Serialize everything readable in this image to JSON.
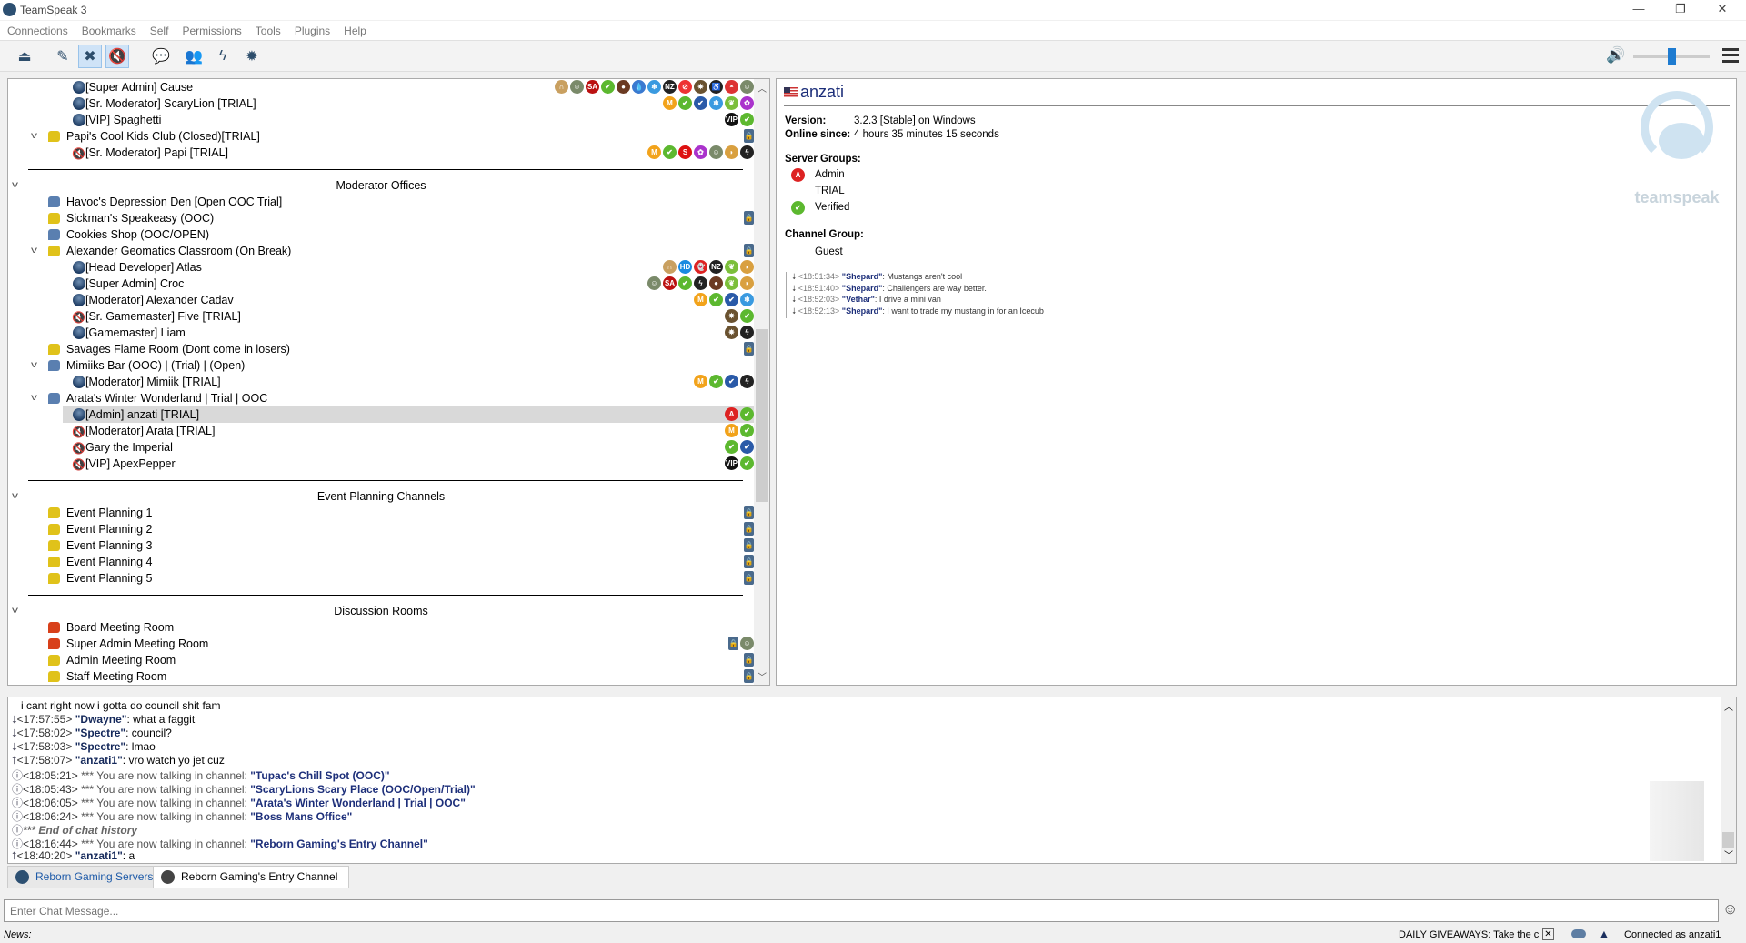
{
  "app": {
    "title": "TeamSpeak 3",
    "minimize": "—",
    "restore": "❐",
    "close": "✕"
  },
  "menu": [
    "Connections",
    "Bookmarks",
    "Self",
    "Permissions",
    "Tools",
    "Plugins",
    "Help"
  ],
  "toolbar": [
    {
      "name": "connect-button",
      "glyph": "⏏",
      "on": false
    },
    {
      "name": "away-button",
      "glyph": "✎",
      "on": false
    },
    {
      "name": "mute-microphone-button",
      "glyph": "✖",
      "on": true
    },
    {
      "name": "mute-speakers-button",
      "glyph": "🔇",
      "on": true
    },
    {
      "name": "subscribe-button",
      "glyph": "💬",
      "on": false
    },
    {
      "name": "contacts-button",
      "glyph": "👥",
      "on": false
    },
    {
      "name": "plugin-button",
      "glyph": "ϟ",
      "on": false
    },
    {
      "name": "settings-button",
      "glyph": "✹",
      "on": false
    }
  ],
  "volume": 0.5,
  "tree": [
    {
      "t": "client",
      "lvl": 2,
      "name": "[Super Admin] Cause",
      "icons": [
        "headset",
        "avatar",
        "sa",
        "check",
        "egg",
        "drop",
        "snow",
        "nz",
        "no",
        "crest",
        "wheel",
        "poke",
        "avatar"
      ]
    },
    {
      "t": "client",
      "lvl": 2,
      "name": "[Sr. Moderator] ScaryLion [TRIAL]",
      "icons": [
        "m",
        "check",
        "shield",
        "snow",
        "leaf",
        "rainbow"
      ]
    },
    {
      "t": "client",
      "lvl": 2,
      "name": "[VIP] Spaghetti",
      "icons": [
        "vip",
        "check"
      ]
    },
    {
      "t": "channel",
      "lvl": 1,
      "color": "yellow",
      "open": true,
      "name": "Papi's Cool Kids Club (Closed)[TRIAL]",
      "icons": [
        "lock"
      ]
    },
    {
      "t": "client",
      "lvl": 2,
      "muted": true,
      "name": "[Sr. Moderator] Papi [TRIAL]",
      "icons": [
        "m",
        "check",
        "supreme",
        "rainbow",
        "avatar",
        "taco",
        "wolf"
      ]
    },
    {
      "t": "line"
    },
    {
      "t": "spacer",
      "name": "Moderator Offices"
    },
    {
      "t": "channel",
      "lvl": 1,
      "color": "blue",
      "name": "Havoc's Depression Den [Open OOC Trial]",
      "icons": []
    },
    {
      "t": "channel",
      "lvl": 1,
      "color": "yellow",
      "name": "Sickman's Speakeasy (OOC)",
      "icons": [
        "lock"
      ]
    },
    {
      "t": "channel",
      "lvl": 1,
      "color": "blue",
      "name": "Cookies Shop (OOC/OPEN)",
      "icons": []
    },
    {
      "t": "channel",
      "lvl": 1,
      "color": "yellow",
      "open": true,
      "name": "Alexander Geomatics Classroom (On Break)",
      "icons": [
        "lock"
      ]
    },
    {
      "t": "client",
      "lvl": 2,
      "name": "[Head Developer] Atlas",
      "icons": [
        "headset",
        "hd",
        "ghost",
        "nz",
        "leaf",
        "taco"
      ]
    },
    {
      "t": "client",
      "lvl": 2,
      "name": "[Super Admin] Croc",
      "icons": [
        "avatar",
        "sa",
        "check",
        "wolf",
        "egg",
        "leaf",
        "taco"
      ]
    },
    {
      "t": "client",
      "lvl": 2,
      "name": "[Moderator] Alexander Cadav",
      "icons": [
        "m",
        "check",
        "shield",
        "snow"
      ]
    },
    {
      "t": "client",
      "lvl": 2,
      "muted": true,
      "name": "[Sr. Gamemaster] Five [TRIAL]",
      "icons": [
        "crest",
        "check"
      ]
    },
    {
      "t": "client",
      "lvl": 2,
      "name": "[Gamemaster] Liam",
      "icons": [
        "crest",
        "wolf"
      ]
    },
    {
      "t": "channel",
      "lvl": 1,
      "color": "yellow",
      "name": "Savages Flame Room (Dont come in losers)",
      "icons": [
        "lock"
      ]
    },
    {
      "t": "channel",
      "lvl": 1,
      "color": "blue",
      "open": true,
      "name": "Mimiiks Bar (OOC) | (Trial) | (Open)",
      "icons": []
    },
    {
      "t": "client",
      "lvl": 2,
      "name": "[Moderator] Mimiik [TRIAL]",
      "icons": [
        "m",
        "check",
        "shield",
        "wolf"
      ]
    },
    {
      "t": "channel",
      "lvl": 1,
      "color": "blue",
      "open": true,
      "name": "Arata's Winter Wonderland | Trial | OOC",
      "icons": []
    },
    {
      "t": "client",
      "lvl": 2,
      "sel": true,
      "name": "[Admin] anzati [TRIAL]",
      "icons": [
        "admin",
        "check"
      ]
    },
    {
      "t": "client",
      "lvl": 2,
      "muted": true,
      "name": "[Moderator] Arata [TRIAL]",
      "icons": [
        "m",
        "check"
      ]
    },
    {
      "t": "client",
      "lvl": 2,
      "muted": true,
      "name": "Gary the Imperial",
      "icons": [
        "check",
        "shield"
      ]
    },
    {
      "t": "client",
      "lvl": 2,
      "muted": true,
      "name": "[VIP] ApexPepper",
      "icons": [
        "vip",
        "check"
      ]
    },
    {
      "t": "line"
    },
    {
      "t": "spacer",
      "name": "Event Planning Channels"
    },
    {
      "t": "channel",
      "lvl": 1,
      "color": "yellow",
      "name": "Event Planning 1",
      "icons": [
        "lock"
      ]
    },
    {
      "t": "channel",
      "lvl": 1,
      "color": "yellow",
      "name": "Event Planning 2",
      "icons": [
        "lock"
      ]
    },
    {
      "t": "channel",
      "lvl": 1,
      "color": "yellow",
      "name": "Event Planning 3",
      "icons": [
        "lock"
      ]
    },
    {
      "t": "channel",
      "lvl": 1,
      "color": "yellow",
      "name": "Event Planning 4",
      "icons": [
        "lock"
      ]
    },
    {
      "t": "channel",
      "lvl": 1,
      "color": "yellow",
      "name": "Event Planning 5",
      "icons": [
        "lock"
      ]
    },
    {
      "t": "line"
    },
    {
      "t": "spacer",
      "name": "Discussion Rooms"
    },
    {
      "t": "channel",
      "lvl": 1,
      "color": "red",
      "name": "Board Meeting Room",
      "icons": []
    },
    {
      "t": "channel",
      "lvl": 1,
      "color": "red",
      "name": "Super Admin Meeting Room",
      "icons": [
        "lock",
        "avatar"
      ]
    },
    {
      "t": "channel",
      "lvl": 1,
      "color": "yellow",
      "name": "Admin Meeting Room",
      "icons": [
        "lock"
      ]
    },
    {
      "t": "channel",
      "lvl": 1,
      "color": "yellow",
      "name": "Staff Meeting Room",
      "icons": [
        "lock"
      ]
    }
  ],
  "info": {
    "nickname": "anzati",
    "version_label": "Version:",
    "version": "3.2.3 [Stable] on Windows",
    "online_label": "Online since:",
    "online": "4 hours 35 minutes 15 seconds",
    "server_groups_label": "Server Groups:",
    "server_groups": [
      {
        "name": "Admin",
        "icon": "admin"
      },
      {
        "name": "TRIAL",
        "icon": ""
      },
      {
        "name": "Verified",
        "icon": "check"
      }
    ],
    "channel_group_label": "Channel Group:",
    "channel_group": "Guest",
    "logo_text": "teamspeak",
    "mini_chat": [
      {
        "ts": "<18:51:34>",
        "nick": "\"Shepard\"",
        "msg": ": Mustangs aren't cool"
      },
      {
        "ts": "<18:51:40>",
        "nick": "\"Shepard\"",
        "msg": ": Challengers are way better."
      },
      {
        "ts": "<18:52:03>",
        "nick": "\"Vethar\"",
        "msg": ": I drive a mini van"
      },
      {
        "ts": "<18:52:13>",
        "nick": "\"Shepard\"",
        "msg": ": I want to trade my mustang in for an Icecub"
      }
    ]
  },
  "chat": [
    {
      "kind": "cont",
      "msg": "i cant right now i gotta do council shit fam"
    },
    {
      "kind": "in",
      "ts": "<17:57:55>",
      "nick": "\"Dwayne\"",
      "msg": ": what a faggit"
    },
    {
      "kind": "in",
      "ts": "<17:58:02>",
      "nick": "\"Spectre\"",
      "msg": ": council?"
    },
    {
      "kind": "in",
      "ts": "<17:58:03>",
      "nick": "\"Spectre\"",
      "msg": ": lmao"
    },
    {
      "kind": "out",
      "ts": "<17:58:07>",
      "nick": "\"anzati1\"",
      "msg": ": vro watch yo jet cuz"
    },
    {
      "kind": "sys",
      "ts": "<18:05:21>",
      "msg": "*** You are now talking in channel: ",
      "channel": "\"Tupac's Chill Spot (OOC)\""
    },
    {
      "kind": "sys",
      "ts": "<18:05:43>",
      "msg": "*** You are now talking in channel: ",
      "channel": "\"ScaryLions Scary Place (OOC/Open/Trial)\""
    },
    {
      "kind": "sys",
      "ts": "<18:06:05>",
      "msg": "*** You are now talking in channel: ",
      "channel": "\"Arata's Winter Wonderland | Trial | OOC\""
    },
    {
      "kind": "sys",
      "ts": "<18:06:24>",
      "msg": "*** You are now talking in channel: ",
      "channel": "\"Boss Mans Office\""
    },
    {
      "kind": "end",
      "msg": "*** End of chat history"
    },
    {
      "kind": "sys",
      "ts": "<18:16:44>",
      "msg": "*** You are now talking in channel: ",
      "channel": "\"Reborn Gaming's Entry Channel\""
    },
    {
      "kind": "out",
      "ts": "<18:40:20>",
      "nick": "\"anzati1\"",
      "msg": ": a"
    }
  ],
  "tabs": [
    {
      "label": "Reborn Gaming Servers",
      "active": false
    },
    {
      "label": "Reborn Gaming's Entry Channel",
      "active": true
    }
  ],
  "input": {
    "placeholder": "Enter Chat Message..."
  },
  "status": {
    "news": "News:",
    "ticker": "DAILY GIVEAWAYS: Take the c",
    "connected": "Connected as anzati1"
  },
  "colors": {
    "accent": "#1d2f7a",
    "yellow": "#e0c21a",
    "blue": "#5a7fb0",
    "red": "#d8401a",
    "check": "#5cb82f"
  }
}
